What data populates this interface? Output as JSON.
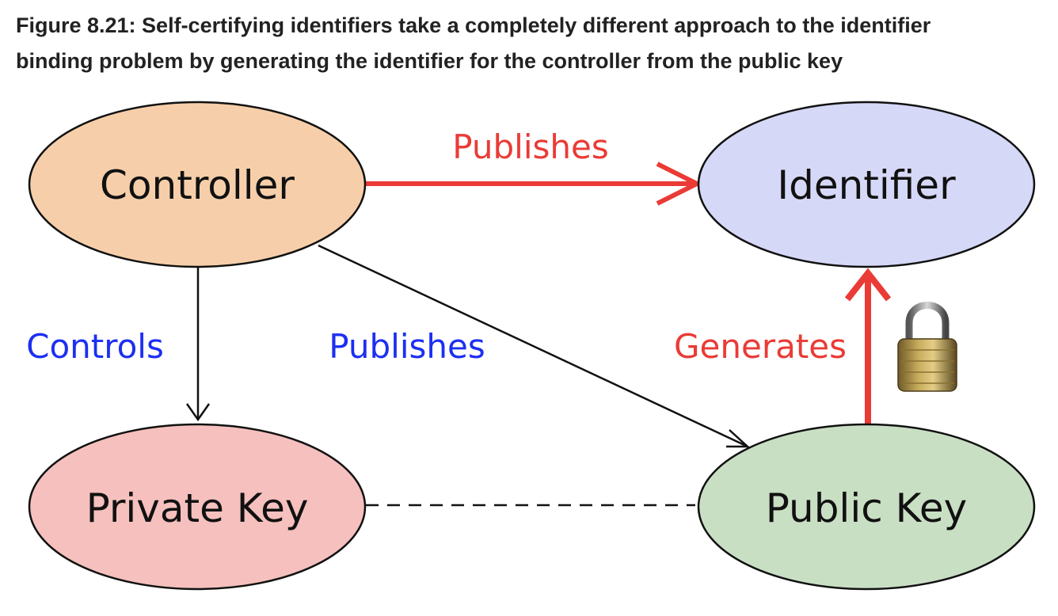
{
  "caption": {
    "line1": "Figure 8.21: Self-certifying identifiers take a completely different approach to the identifier",
    "line2": "binding problem by generating the identifier for the controller from the public key"
  },
  "nodes": {
    "controller": {
      "label": "Controller",
      "fill": "#f6cfaa"
    },
    "identifier": {
      "label": "Identifier",
      "fill": "#d6d8f8"
    },
    "private_key": {
      "label": "Private Key",
      "fill": "#f5c0bd"
    },
    "public_key": {
      "label": "Public Key",
      "fill": "#c9dfc4"
    }
  },
  "edges": {
    "publishes_identifier": {
      "label": "Publishes",
      "color": "#ea3b36"
    },
    "controls": {
      "label": "Controls",
      "color": "#1c2ff2"
    },
    "publishes_public_key": {
      "label": "Publishes",
      "color": "#1c2ff2"
    },
    "generates": {
      "label": "Generates",
      "color": "#ea3b36"
    }
  },
  "icons": {
    "lock": "padlock-icon"
  }
}
